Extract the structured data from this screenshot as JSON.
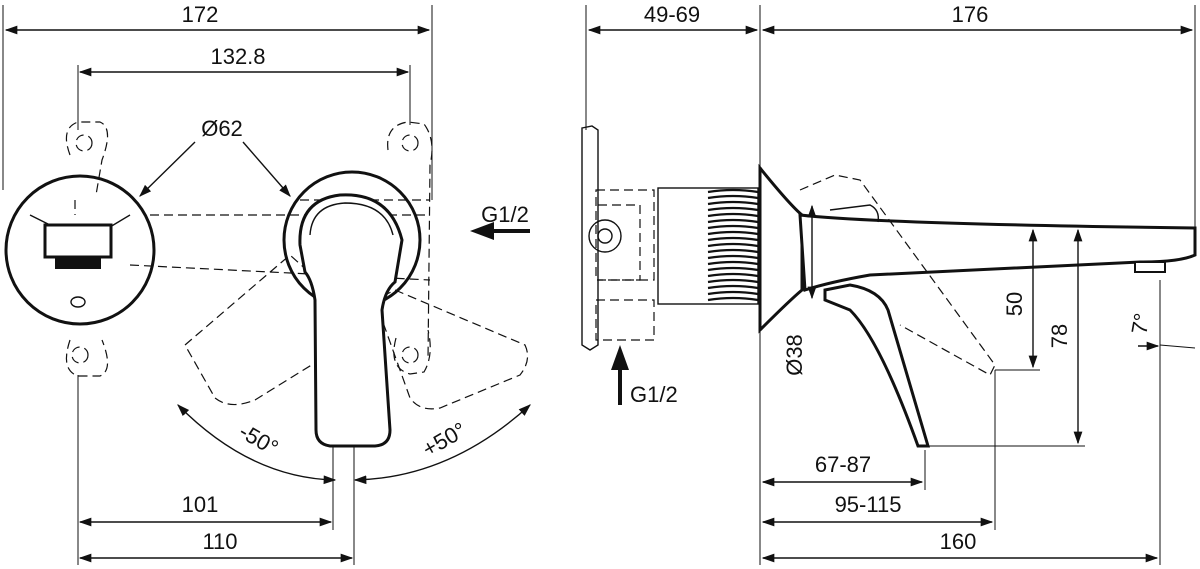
{
  "front_view": {
    "dim_overall_width": "172",
    "dim_plate_holes": "132.8",
    "dim_diameter": "Ø62",
    "dim_angle_left": "-50°",
    "dim_angle_right": "+50°",
    "dim_left_offset": "101",
    "dim_left_total": "110",
    "inlet_label": "G1/2"
  },
  "side_view": {
    "dim_wall_depth": "49-69",
    "dim_spout_length": "176",
    "inlet_label": "G1/2",
    "dim_body_diameter": "Ø38",
    "dim_height_50": "50",
    "dim_height_78": "78",
    "dim_angle_spout": "7°",
    "dim_lever_reach": "67-87",
    "dim_handle_reach": "95-115",
    "dim_outlet_reach": "160"
  }
}
